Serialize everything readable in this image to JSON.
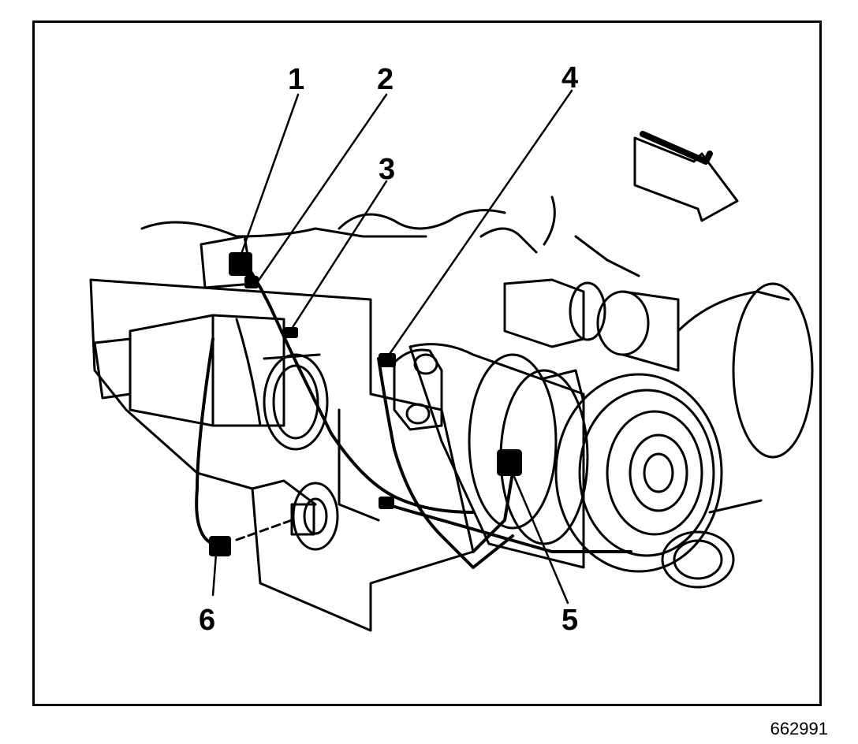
{
  "callouts": [
    "1",
    "2",
    "3",
    "4",
    "5",
    "6"
  ],
  "figure_number": "662991",
  "colors": {
    "ink": "#000000",
    "paper": "#ffffff"
  },
  "icons": [
    "direction-arrow-icon"
  ]
}
